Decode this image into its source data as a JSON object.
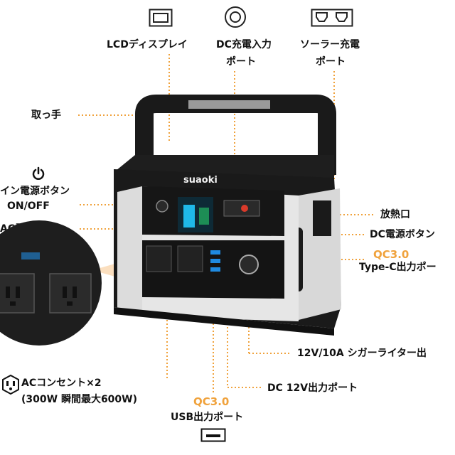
{
  "labels": {
    "lcd": "LCDディスプレイ",
    "dc_in_1": "DC充電入力",
    "dc_in_2": "ポート",
    "solar_1": "ソーラー充電",
    "solar_2": "ポート",
    "handle": "取っ手",
    "main_power_1": "イン電源ボタン",
    "main_power_2": "ON/OFF",
    "ac_power": "AC電源ボタン",
    "vent": "放熱口",
    "dc_power": "DC電源ボタン",
    "qc_typec": "QC3.0",
    "typec": "Type-C出力ポー",
    "cigar": "12V/10A シガーライター出",
    "dc12": "DC 12V出力ポート",
    "ac_outlet_1": "ACコンセント×2",
    "ac_outlet_2": "(300W 瞬間最大600W)",
    "qc_usb": "QC3.0",
    "usb": "USB出力ポート"
  },
  "device": {
    "brand": "suaoki"
  },
  "colors": {
    "accent": "#f0a23c",
    "body": "#1a1a1a",
    "panel": "#e6e6e6",
    "lcd": "#1fb8e8"
  }
}
